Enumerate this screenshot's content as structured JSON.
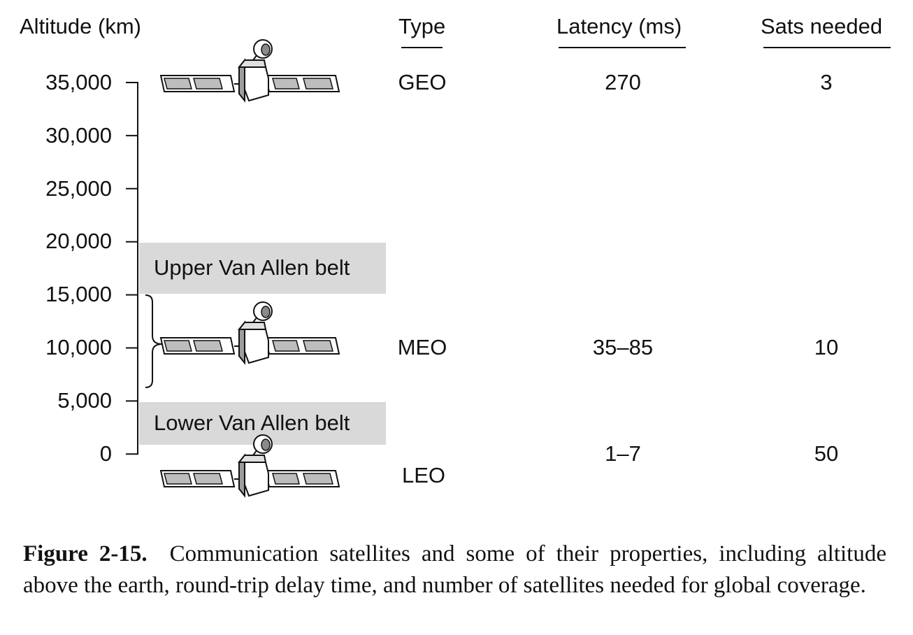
{
  "headers": {
    "altitude": "Altitude (km)",
    "type": "Type",
    "latency": "Latency (ms)",
    "sats": "Sats needed"
  },
  "altitude_ticks": [
    "35,000",
    "30,000",
    "25,000",
    "20,000",
    "15,000",
    "10,000",
    "5,000",
    "0"
  ],
  "belts": {
    "upper": "Upper Van Allen belt",
    "lower": "Lower Van Allen belt"
  },
  "rows": [
    {
      "type": "GEO",
      "latency": "270",
      "sats": "3"
    },
    {
      "type": "MEO",
      "latency": "35–85",
      "sats": "10"
    },
    {
      "type": "LEO",
      "latency": "1–7",
      "sats": "50"
    }
  ],
  "caption": {
    "label": "Figure 2-15.",
    "text": "Communication satellites and some of their properties, including altitude above the earth, round-trip delay time, and number of satellites needed for global coverage."
  }
}
